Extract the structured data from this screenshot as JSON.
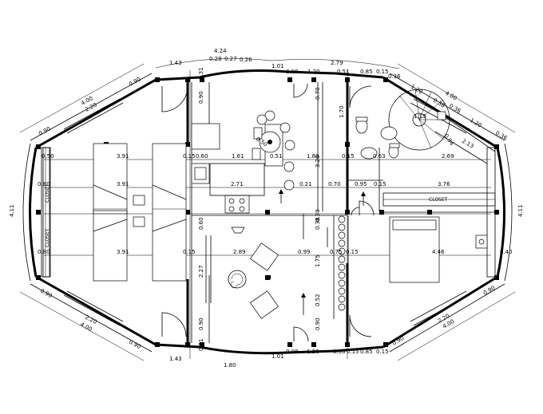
{
  "plan": {
    "outer_dims": {
      "top_arc_1": "4.24",
      "top_arc_2": "0.28",
      "top_arc_3": "0.27",
      "top_arc_4": "0.26",
      "top_left_143": "1.43",
      "top_right_101": "1.01",
      "top_279": "2.79",
      "left_side": "4.11",
      "right_side": "4.11",
      "bottom_143": "1.43",
      "bottom_180": "1.80",
      "bottom_101": "1.01"
    },
    "top_row": [
      "0.08",
      "1.20",
      "0.51",
      "0.85",
      "0.15",
      "0.36"
    ],
    "bottom_row": [
      "0.08",
      "1.20",
      "0.36",
      "0.15",
      "0.85",
      "0.15"
    ],
    "diag_top_left": [
      "0.90",
      "4.00",
      "2.20",
      "0.90"
    ],
    "diag_top_right": [
      "1.20",
      "4.00",
      "0.38",
      "0.36",
      "1.20",
      "0.36"
    ],
    "diag_bottom_left": [
      "0.90",
      "2.20",
      "4.00",
      "0.90"
    ],
    "diag_bottom_right": [
      "0.90",
      "2.20",
      "4.00",
      "0.90"
    ],
    "stair": [
      "1.13",
      "0.94",
      "2.13",
      "2.69"
    ],
    "row1": [
      "0.50",
      "3.91",
      "0.15",
      "0.60",
      "1.61",
      "0.51",
      "1.80",
      "0.15",
      "0.63"
    ],
    "row2": [
      "0.80",
      "3.91",
      "2.71",
      "0.21",
      "0.70",
      "0.95",
      "0.15",
      "3.76"
    ],
    "row3": [
      "0.80",
      "3.91",
      "0.15",
      "2.89",
      "0.99",
      "0.75",
      "0.15",
      "4.46",
      "0.40"
    ],
    "vertical": [
      "0.31",
      "0.90",
      "0.70",
      "1.70",
      "3.20",
      "0.60",
      "0.38",
      "0.30",
      "1.75",
      "0.52",
      "2.27",
      "0.90",
      "0.90",
      "0.31"
    ],
    "round_table": "0.50",
    "closet_left": "CLOSET",
    "closet_right": "CLOSET"
  }
}
